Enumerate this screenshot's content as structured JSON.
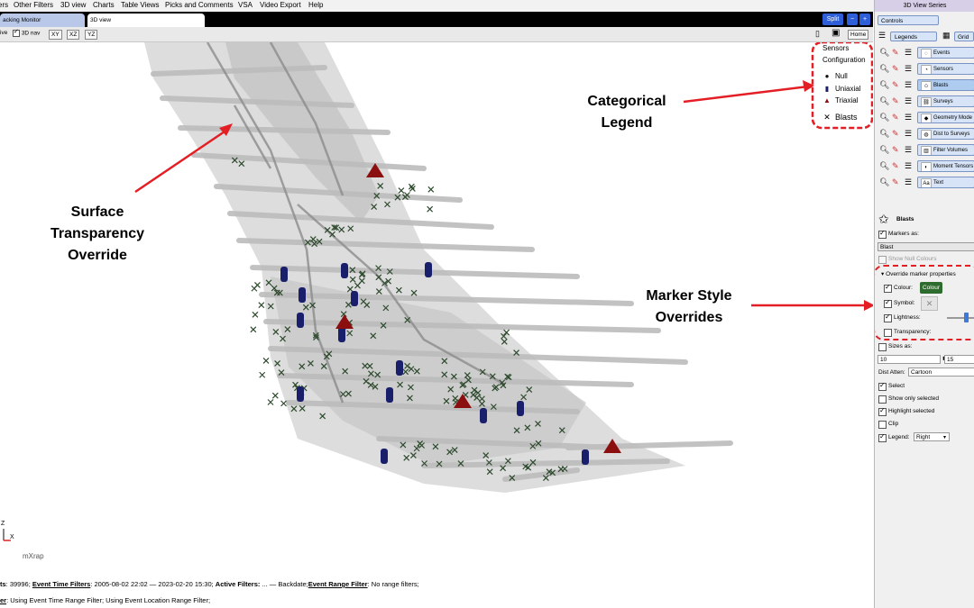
{
  "menu": [
    "ers",
    "Other Filters",
    "3D view",
    "Charts",
    "Table Views",
    "Picks and Comments",
    "VSA",
    "Video Export",
    "Help"
  ],
  "tabs": [
    {
      "label": "acking Monitor",
      "active": false
    },
    {
      "label": "3D view",
      "active": true
    }
  ],
  "tab_buttons": {
    "split": "Split",
    "minus": "−",
    "plus": "+"
  },
  "toolbar": {
    "live": "ive",
    "nav3d": "3D nav",
    "xy": "XY",
    "xz": "XZ",
    "yz": "YZ",
    "home": "Home"
  },
  "legend": {
    "title1": "Sensors",
    "title2": "Configuration",
    "items": [
      {
        "symbol": "●",
        "label": "Null",
        "color": "#111111"
      },
      {
        "symbol": "▮",
        "label": "Uniaxial",
        "color": "#1a1f6b"
      },
      {
        "symbol": "▲",
        "label": "Triaxial",
        "color": "#8b0f0f"
      },
      {
        "symbol": "✕",
        "label": "Blasts",
        "color": "#111111"
      }
    ]
  },
  "annotations": {
    "surface": [
      "Surface",
      "Transparency",
      "Override"
    ],
    "categorical": [
      "Categorical",
      "Legend"
    ],
    "marker_style": [
      "Marker Style",
      "Overrides"
    ]
  },
  "axes": {
    "z": "Z",
    "x": "X",
    "logo": "mXrap"
  },
  "status": {
    "line1": {
      "prefix": "ts",
      "count": ": 39996; ",
      "time_label": "Event Time Filters",
      "time_value": ": 2005-08-02 22:02 — 2023-02-20 15:30; ",
      "active_label": "Active Filters:",
      "active_value": " ... — Backdate;",
      "range_label": "Event Range Filter",
      "range_value": ": No range filters;"
    },
    "line2": {
      "prefix": "er",
      "text": ": Using Event Time Range Filter; Using Event Location Range Filter;"
    }
  },
  "panel": {
    "title": "3D View Series",
    "controls": "Controls",
    "legends": "Legends",
    "grid": "Grid",
    "layers": [
      "Events",
      "Sensors",
      "Blasts",
      "Surveys",
      "Geometry Mode",
      "Dist to Surveys",
      "Filter Volumes",
      "Moment Tensors",
      "Text"
    ],
    "section": "Blasts",
    "markers_as": "Markers as:",
    "markers_value": "Blast",
    "show_null": "Show Null Colours",
    "override_title": "Override marker properties",
    "colour_label": "Colour:",
    "colour_btn": "Colour",
    "symbol_label": "Symbol:",
    "lightness_label": "Lightness:",
    "lightness_level": 0.7,
    "transparency_label": "Transparency:",
    "sizes_as": "Sizes as:",
    "size_min": "10",
    "size_max": "15",
    "dist_atten": "Dist Atten:",
    "dist_value": "Cartoon",
    "select": "Select",
    "show_only": "Show only selected",
    "highlight": "Highlight selected",
    "clip": "Clip",
    "legend_label": "Legend:",
    "legend_value": "Right"
  },
  "colors": {
    "accent_red": "#e31e24",
    "blast_marker": "#2d4a2d",
    "uniaxial": "#1a1f6b",
    "triaxial": "#8b0f0f",
    "panel_title": "#d7cfe8",
    "colour_button": "#2e6b2e"
  }
}
